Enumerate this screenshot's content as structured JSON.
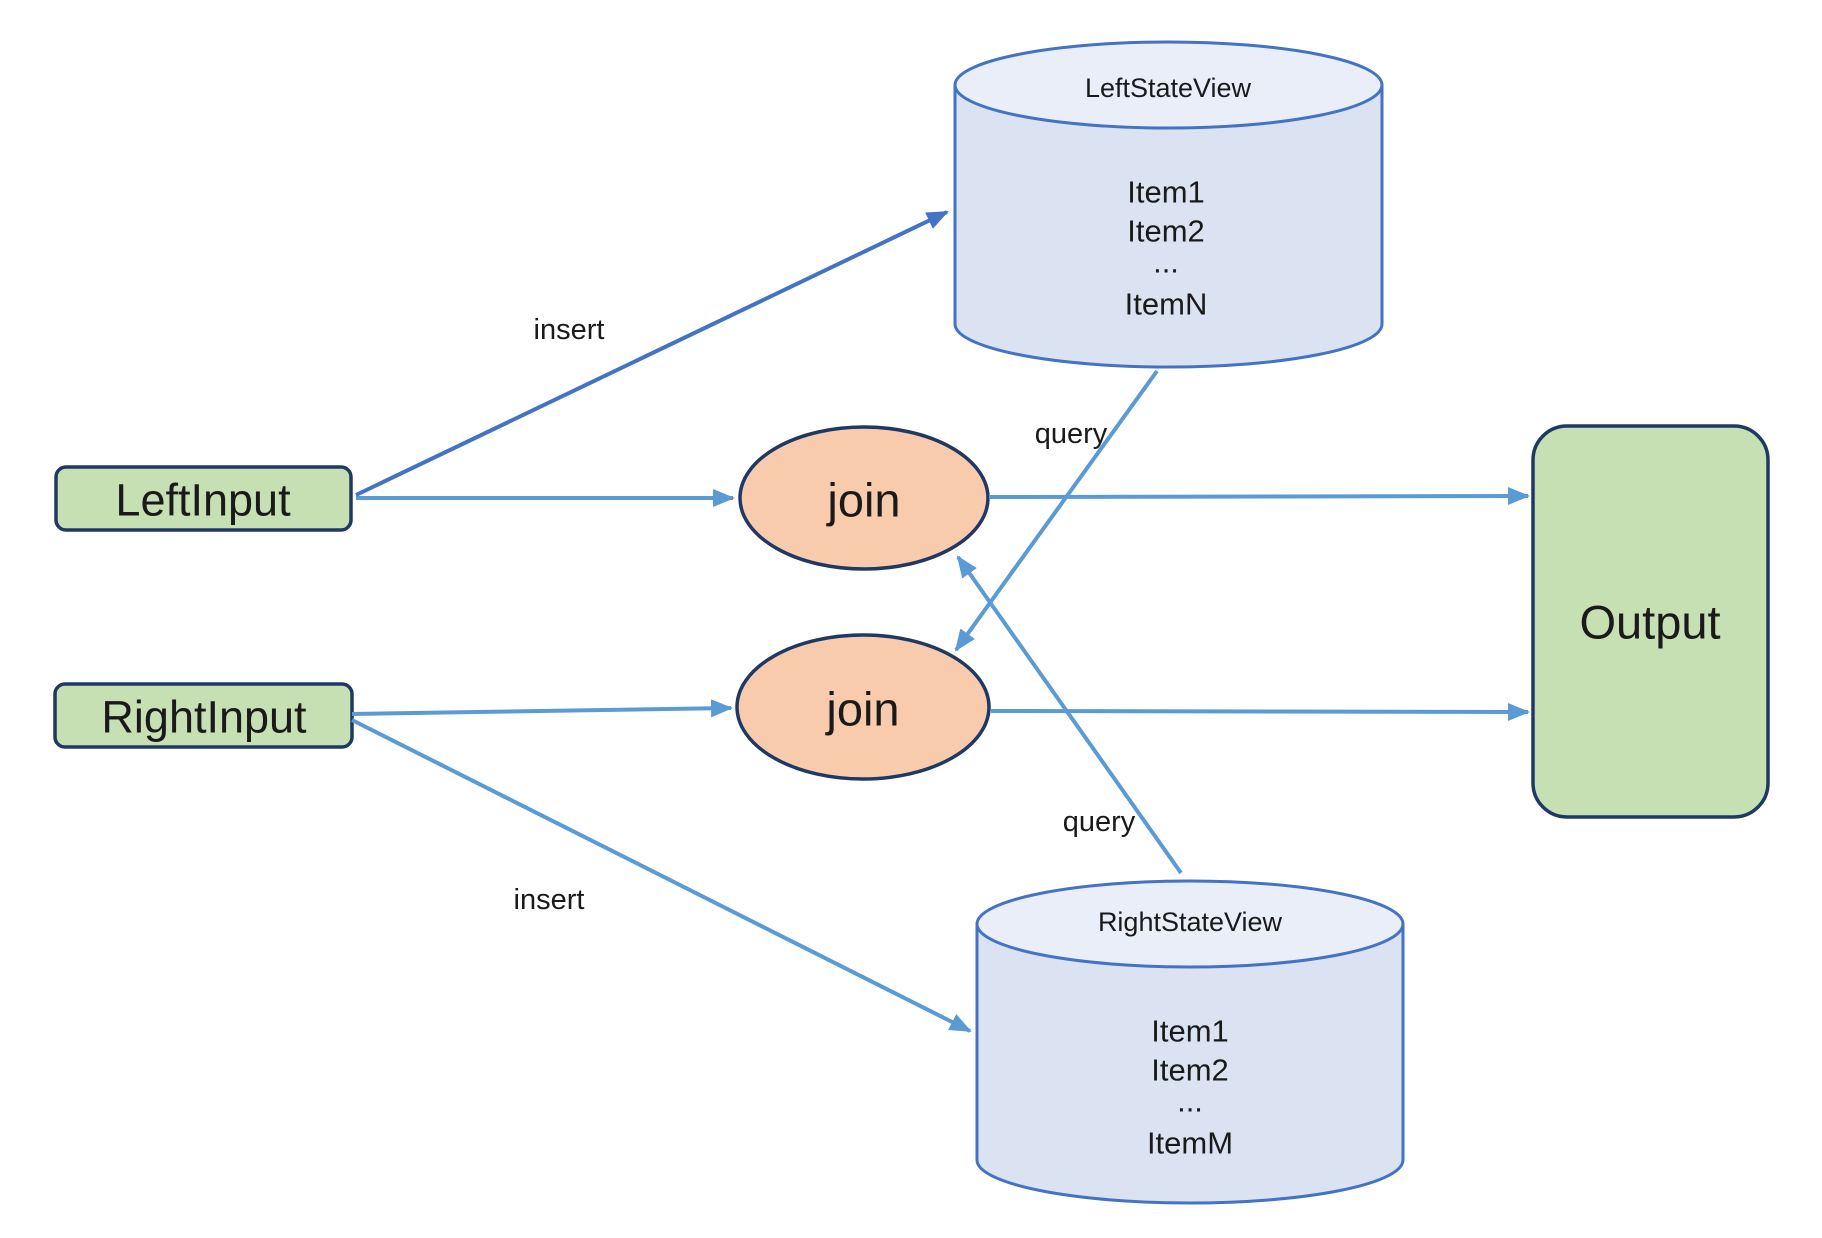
{
  "nodes": {
    "left_input": {
      "label": "LeftInput"
    },
    "right_input": {
      "label": "RightInput"
    },
    "join_top": {
      "label": "join"
    },
    "join_bottom": {
      "label": "join"
    },
    "output": {
      "label": "Output"
    },
    "left_state_view": {
      "title": "LeftStateView",
      "items": [
        "Item1",
        "Item2",
        "...",
        "ItemN"
      ]
    },
    "right_state_view": {
      "title": "RightStateView",
      "items": [
        "Item1",
        "Item2",
        "...",
        "ItemM"
      ]
    }
  },
  "edge_labels": {
    "insert_left": "insert",
    "insert_right": "insert",
    "query_top": "query",
    "query_bottom": "query"
  },
  "colors": {
    "input_fill": "#c6e0b4",
    "output_fill": "#c6e0b4",
    "join_fill": "#f8cbad",
    "node_border": "#1f3864",
    "cylinder_body": "#dbe3f3",
    "cylinder_top": "#eaeef9",
    "cylinder_border": "#4472c4",
    "arrow_light": "#5b9bd5",
    "arrow_dark": "#4472c4"
  }
}
